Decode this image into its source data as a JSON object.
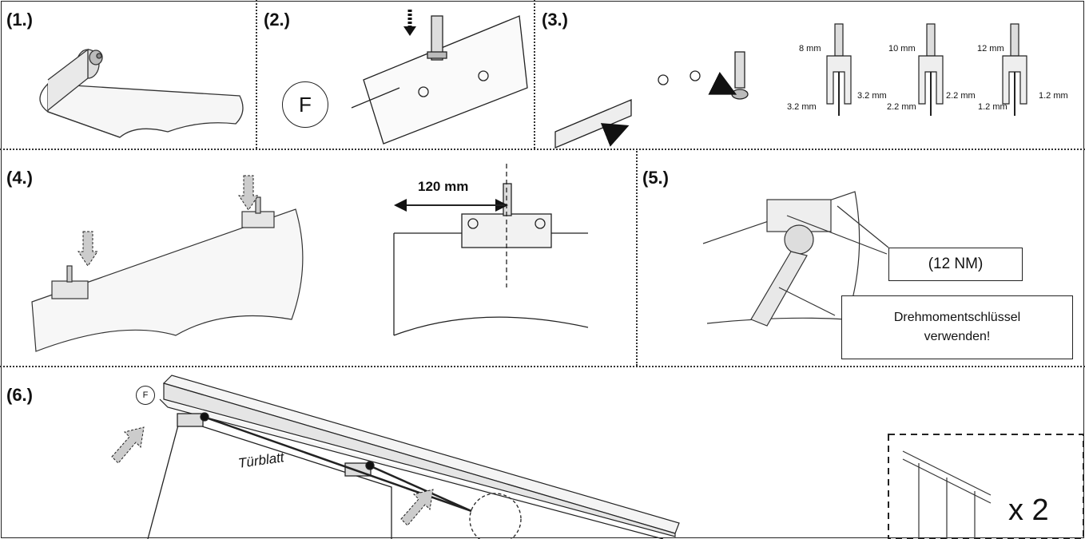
{
  "steps": {
    "s1": "(1.)",
    "s2": "(2.)",
    "s3": "(3.)",
    "s4": "(4.)",
    "s5": "(5.)",
    "s6": "(6.)"
  },
  "step2": {
    "marker": "F"
  },
  "step3": {
    "variants": [
      {
        "top": "8 mm",
        "left": "3.2 mm",
        "right": "3.2 mm"
      },
      {
        "top": "10 mm",
        "left": "2.2 mm",
        "right": "2.2 mm"
      },
      {
        "top": "12 mm",
        "left": "1.2 mm",
        "right": "1.2 mm"
      }
    ]
  },
  "step4": {
    "distance": "120 mm"
  },
  "step5": {
    "torque": "(12 NM)",
    "note_line1": "Drehmomentschlüssel",
    "note_line2": "verwenden!"
  },
  "step6": {
    "marker": "F",
    "door_label": "Türblatt",
    "multiplier": "x 2"
  },
  "colors": {
    "line": "#222222",
    "arrow_fill": "#cccccc",
    "divider": "#333333"
  }
}
